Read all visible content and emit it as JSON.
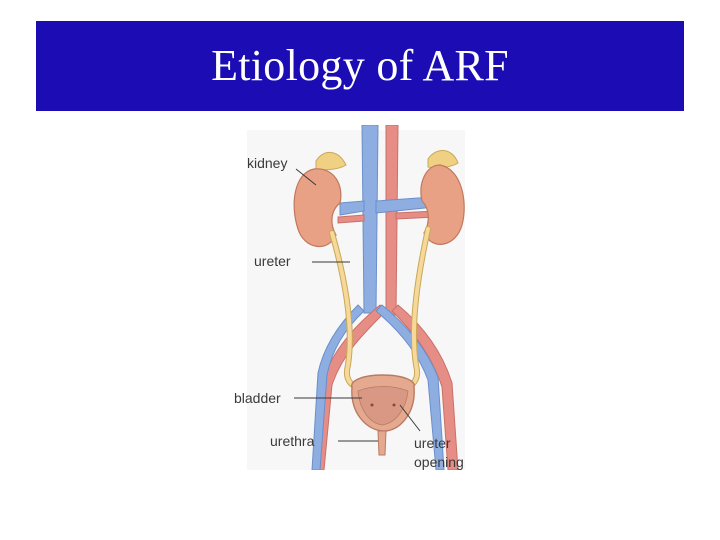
{
  "slide": {
    "title": "Etiology of ARF"
  },
  "diagram": {
    "labels": {
      "kidney": "kidney",
      "ureter": "ureter",
      "bladder": "bladder",
      "urethra": "urethra",
      "ureter_opening_line1": "ureter",
      "ureter_opening_line2": "opening"
    },
    "colors": {
      "title_bar": "#1b0cb4",
      "kidney": "#e8a184",
      "adrenal": "#f0d083",
      "vein": "#8eaee2",
      "artery": "#e68d85",
      "ureter": "#f5d89a",
      "bladder": "#e4a98e"
    }
  }
}
